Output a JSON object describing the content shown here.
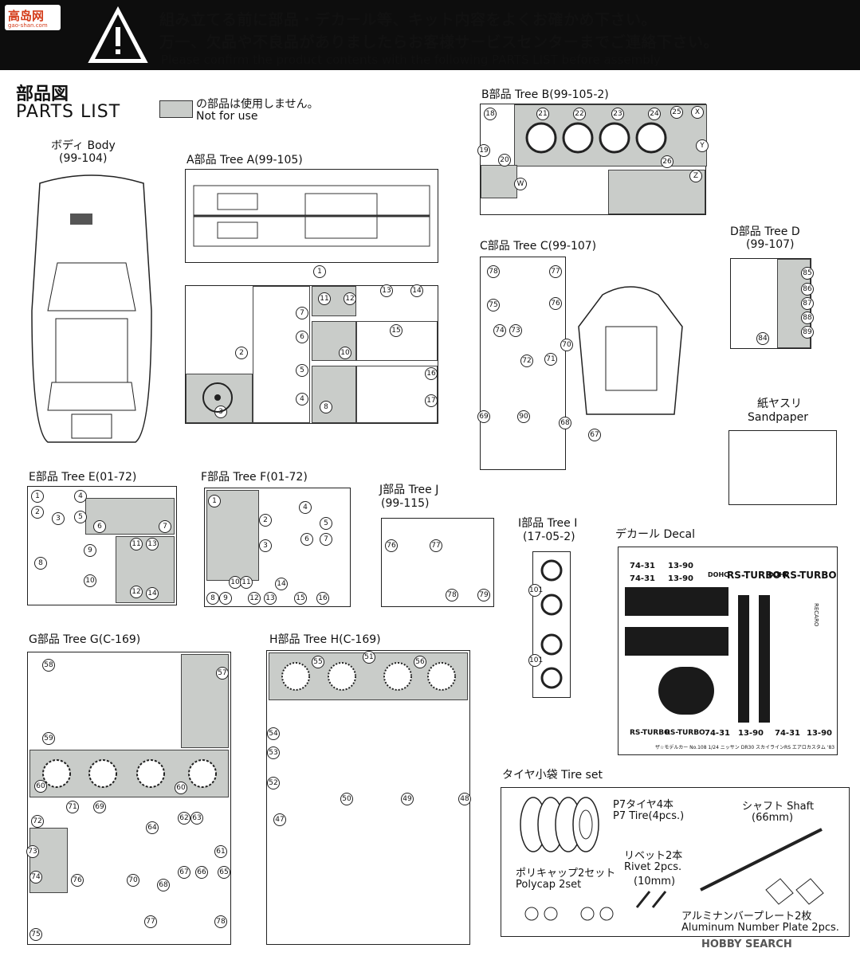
{
  "header": {
    "warning_line1": "組み立てる前に部品・デカール等、キット内容をよくお確かめ下さい。",
    "warning_line2": "万一、欠品や不良品がありましたらお客様サービスセンターまでご連絡下さい。",
    "warning_en": "Please confirm the product contents with the following PARTS LIST before assembly",
    "watermark_logo": "高岛网",
    "watermark_url": "gao-shan.com"
  },
  "title": {
    "jp": "部品図",
    "en": "PARTS LIST"
  },
  "legend": {
    "jp": "の部品は使用しません。",
    "en": "Not for use"
  },
  "body": {
    "label": "ボディ Body",
    "code": "(99-104)"
  },
  "trees": {
    "a": {
      "label": "A部品 Tree A(99-105)",
      "parts": [
        "1",
        "2",
        "3",
        "4",
        "5",
        "6",
        "7",
        "8",
        "10",
        "11",
        "12",
        "13",
        "14",
        "15",
        "16",
        "17"
      ]
    },
    "b": {
      "label": "B部品 Tree B(99-105-2)",
      "parts": [
        "18",
        "19",
        "20",
        "21",
        "22",
        "23",
        "24",
        "25",
        "26",
        "X",
        "Y",
        "W",
        "Z"
      ]
    },
    "c": {
      "label": "C部品 Tree C(99-107)",
      "parts": [
        "67",
        "68",
        "69",
        "70",
        "71",
        "72",
        "73",
        "74",
        "75",
        "76",
        "77",
        "78",
        "90"
      ]
    },
    "d": {
      "label": "D部品 Tree D",
      "code": "(99-107)",
      "parts": [
        "84",
        "85",
        "86",
        "87",
        "88",
        "89"
      ]
    },
    "e": {
      "label": "E部品 Tree E(01-72)",
      "parts": [
        "1",
        "2",
        "3",
        "4",
        "5",
        "6",
        "7",
        "8",
        "9",
        "10",
        "11",
        "12",
        "13",
        "14"
      ]
    },
    "f": {
      "label": "F部品 Tree F(01-72)",
      "parts": [
        "1",
        "2",
        "3",
        "4",
        "5",
        "6",
        "7",
        "8",
        "9",
        "10",
        "11",
        "12",
        "13",
        "14",
        "15",
        "16"
      ]
    },
    "j": {
      "label": "J部品 Tree J",
      "code": "(99-115)",
      "parts": [
        "76",
        "77",
        "78",
        "79"
      ]
    },
    "i": {
      "label": "I部品 Tree I",
      "code": "(17-05-2)",
      "parts": [
        "101",
        "101"
      ]
    },
    "g": {
      "label": "G部品 Tree G(C-169)",
      "parts": [
        "57",
        "58",
        "59",
        "60",
        "60",
        "61",
        "62",
        "63",
        "64",
        "65",
        "66",
        "67",
        "68",
        "69",
        "70",
        "71",
        "72",
        "73",
        "74",
        "75",
        "76",
        "77",
        "78"
      ]
    },
    "h": {
      "label": "H部品 Tree H(C-169)",
      "parts": [
        "47",
        "48",
        "49",
        "50",
        "51",
        "52",
        "53",
        "54",
        "55",
        "56"
      ]
    }
  },
  "sandpaper": {
    "jp": "紙ヤスリ",
    "en": "Sandpaper"
  },
  "decal": {
    "label": "デカール Decal",
    "texts": [
      "RS-TURBO",
      "RS-TURBO",
      "DOHC",
      "DOHC",
      "74-31",
      "13-90",
      "74-31",
      "13-90",
      "RS-TURBO",
      "RS-TURBO",
      "74-31",
      "13-90",
      "74-31",
      "13-90",
      "RECARO"
    ],
    "footer": "ザ☆モデルカー No.108 1/24 ニッサン DR30 スカイラインRS エアロカスタム '83"
  },
  "tire_set": {
    "label": "タイヤ小袋 Tire set",
    "p7_jp": "P7タイヤ4本",
    "p7_en": "P7 Tire(4pcs.)",
    "rivet_jp": "リベット2本",
    "rivet_en": "Rivet 2pcs.",
    "rivet_size": "(10mm)",
    "polycap_jp": "ポリキャップ2セット",
    "polycap_en": "Polycap 2set",
    "shaft_jp": "シャフト Shaft",
    "shaft_size": "(66mm)",
    "plate_jp": "アルミナンバープレート2枚",
    "plate_en": "Aluminum Number Plate 2pcs."
  },
  "watermark_bottom": "HOBBY SEARCH"
}
